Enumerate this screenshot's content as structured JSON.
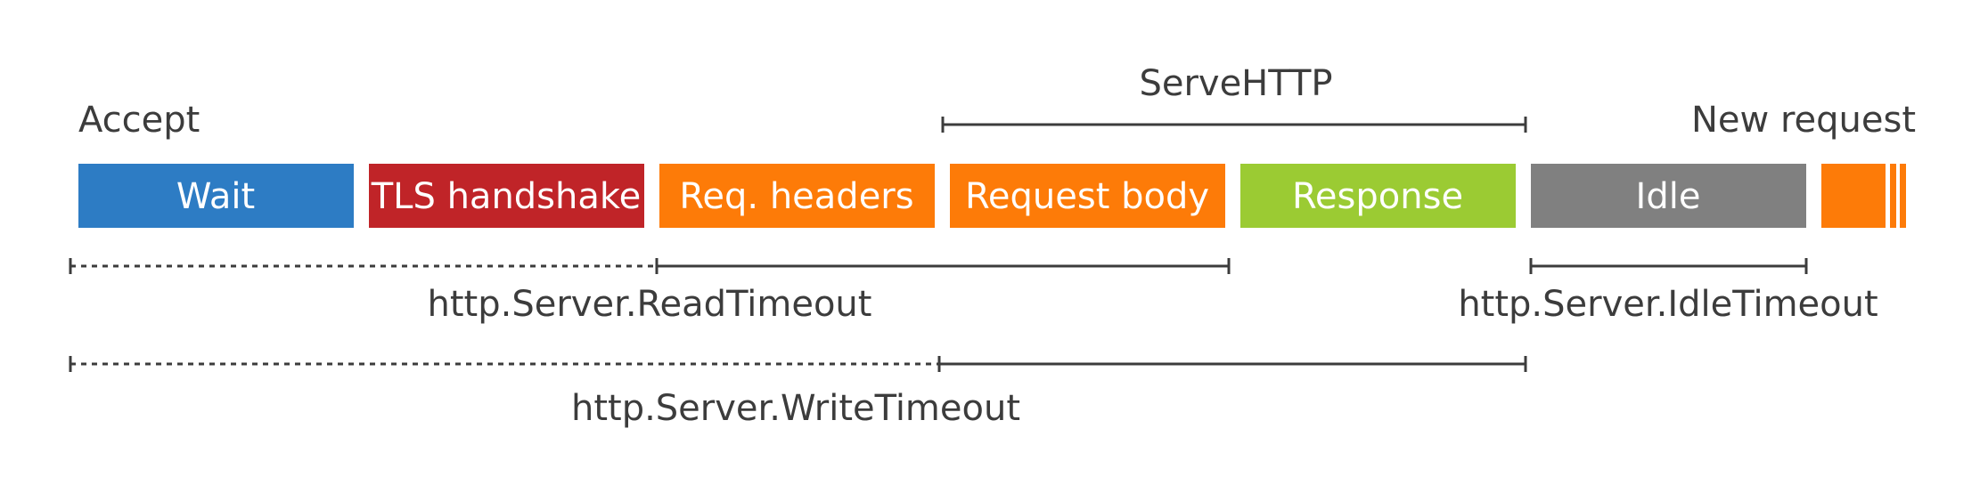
{
  "labels": {
    "accept": "Accept",
    "new_request": "New request",
    "serve_http": "ServeHTTP",
    "read_timeout": "http.Server.ReadTimeout",
    "idle_timeout": "http.Server.IdleTimeout",
    "write_timeout": "http.Server.WriteTimeout"
  },
  "segments": [
    {
      "label": "Wait",
      "color": "#2d7cc4"
    },
    {
      "label": "TLS handshake",
      "color": "#c02428"
    },
    {
      "label": "Req. headers",
      "color": "#fd7b08"
    },
    {
      "label": "Request body",
      "color": "#fd7b08"
    },
    {
      "label": "Response",
      "color": "#9bcb33"
    },
    {
      "label": "Idle",
      "color": "#808080"
    }
  ],
  "next_request_color": "#fd7b08"
}
